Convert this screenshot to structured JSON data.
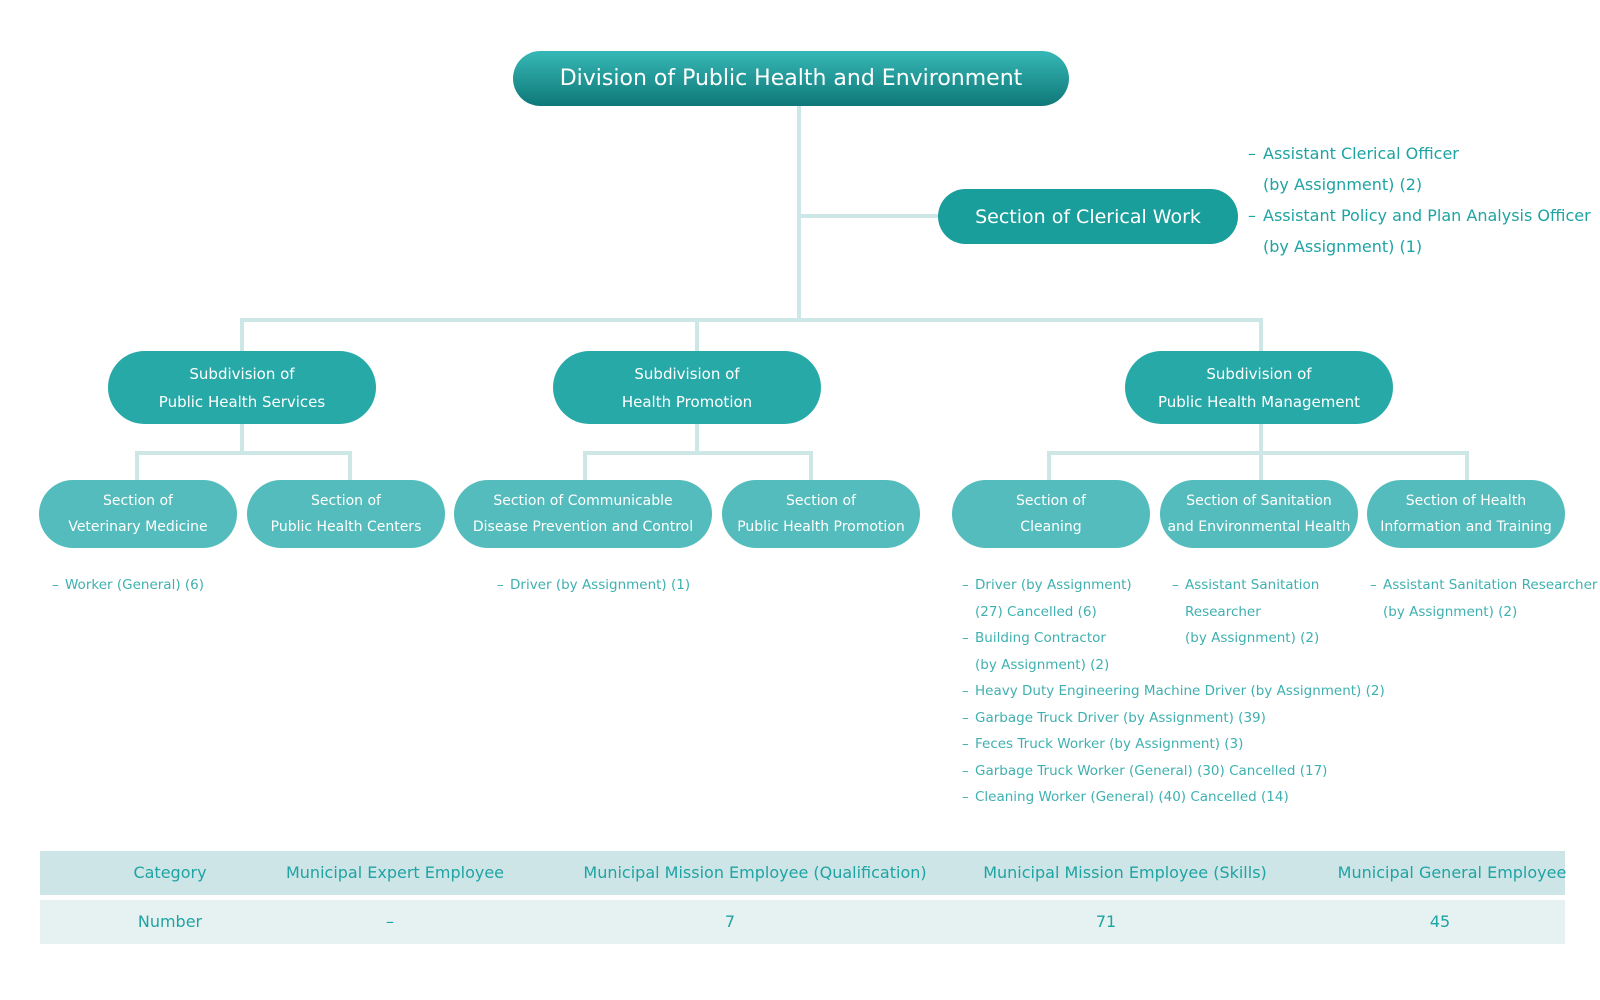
{
  "root": {
    "title": "Division of Public Health and Environment"
  },
  "clerical": {
    "title": "Section of Clerical Work",
    "staff": [
      {
        "line1": "Assistant Clerical Officer",
        "line2": "(by Assignment) (2)"
      },
      {
        "line1": "Assistant Policy and Plan Analysis Officer",
        "line2": "(by Assignment) (1)"
      }
    ]
  },
  "subdivisions": [
    {
      "line1": "Subdivision of",
      "line2": "Public Health Services"
    },
    {
      "line1": "Subdivision of",
      "line2": "Health Promotion"
    },
    {
      "line1": "Subdivision of",
      "line2": "Public Health Management"
    }
  ],
  "sections": [
    {
      "line1": "Section of",
      "line2": "Veterinary Medicine"
    },
    {
      "line1": "Section of",
      "line2": "Public Health Centers"
    },
    {
      "line1": "Section of Communicable",
      "line2": "Disease Prevention and Control"
    },
    {
      "line1": "Section of",
      "line2": "Public Health Promotion"
    },
    {
      "line1": "Section of",
      "line2": "Cleaning"
    },
    {
      "line1": "Section of Sanitation",
      "line2": "and Environmental Health"
    },
    {
      "line1": "Section of Health",
      "line2": "Information and Training"
    }
  ],
  "staff_lists": {
    "veterinary": [
      "Worker (General) (6)"
    ],
    "communicable": [
      "Driver (by Assignment) (1)"
    ],
    "cleaning": [
      {
        "line1": "Driver (by Assignment)",
        "line2": "(27) Cancelled (6)"
      },
      {
        "line1": "Building Contractor",
        "line2": "(by Assignment) (2)"
      },
      {
        "line1": "Heavy Duty Engineering Machine Driver (by Assignment) (2)"
      },
      {
        "line1": "Garbage Truck Driver (by Assignment) (39)"
      },
      {
        "line1": "Feces Truck Worker (by Assignment) (3)"
      },
      {
        "line1": "Garbage Truck Worker (General) (30) Cancelled (17)"
      },
      {
        "line1": "Cleaning Worker (General) (40) Cancelled (14)"
      }
    ],
    "sanitation": [
      {
        "line1": "Assistant Sanitation",
        "line2": "Researcher",
        "line3": "(by Assignment) (2)"
      }
    ],
    "training": [
      {
        "line1": "Assistant Sanitation Researcher",
        "line2": "(by Assignment) (2)"
      }
    ]
  },
  "table": {
    "header": [
      "Category",
      "Municipal Expert Employee",
      "Municipal Mission Employee (Qualification)",
      "Municipal Mission Employee (Skills)",
      "Municipal General Employee"
    ],
    "row": [
      "Number",
      "–",
      "7",
      "71",
      "45"
    ]
  }
}
